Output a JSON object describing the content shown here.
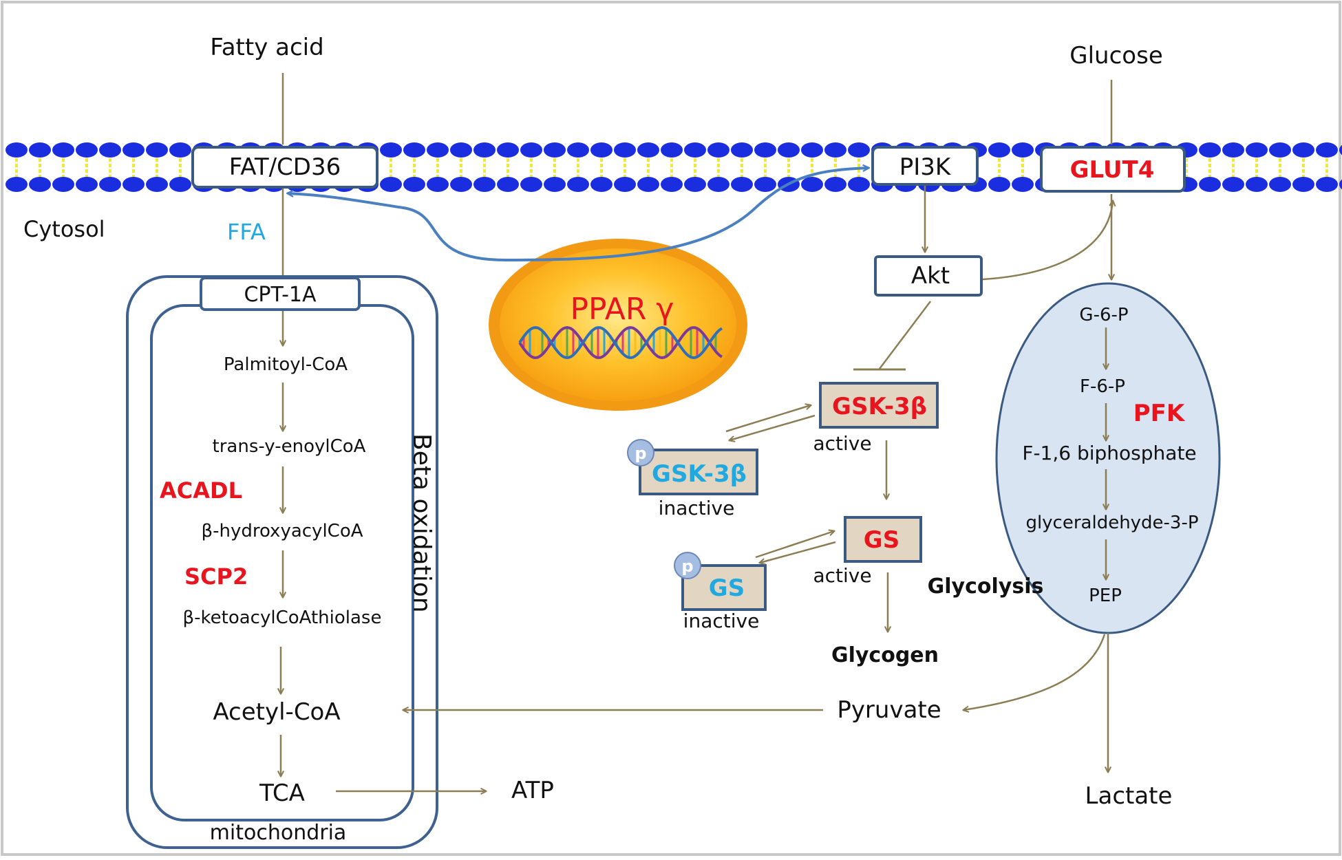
{
  "colors": {
    "arrow": "#8b7d54",
    "membrane_head": "#1a2ee0",
    "membrane_tail": "#f2ea32",
    "box_border": "#3a5a82",
    "mito_border": "#3f6190",
    "ellipse_fill": "#d9e4f2",
    "red_label": "#e8141e",
    "blue_label": "#20a8e0",
    "ppar_orange": "#f39a14",
    "ppar_arrow": "#4a7fc0",
    "phospho_box": "#e2d6c2"
  },
  "labels": {
    "fatty_acid": "Fatty acid",
    "glucose": "Glucose",
    "fat_cd36": "FAT/CD36",
    "pi3k": "PI3K",
    "glut4": "GLUT4",
    "cytosol": "Cytosol",
    "ffa": "FFA",
    "cpt1a": "CPT-1A",
    "palmitoyl": "Palmitoyl-CoA",
    "trans_enoyl": "trans-y-enoylCoA",
    "acadl": "ACADL",
    "hydroxyacyl": "β-hydroxyacylCoA",
    "scp2": "SCP2",
    "ketoacyl": "β-ketoacylCoAthiolase",
    "acetyl_coa": "Acetyl-CoA",
    "tca": "TCA",
    "atp": "ATP",
    "mitochondria": "mitochondria",
    "beta_oxidation": "Beta oxidation",
    "ppar": "PPAR γ",
    "akt": "Akt",
    "gsk_active": "GSK-3β",
    "gsk_inactive": "GSK-3β",
    "active_1": "active",
    "inactive_1": "inactive",
    "gs_active": "GS",
    "gs_inactive": "GS",
    "active_2": "active",
    "inactive_2": "inactive",
    "p_1": "p",
    "p_2": "p",
    "glycogen": "Glycogen",
    "glycolysis": "Glycolysis",
    "g6p": "G-6-P",
    "f6p": "F-6-P",
    "pfk": "PFK",
    "f16bp": "F-1,6 biphosphate",
    "glyceraldehyde": "glyceraldehyde-3-P",
    "pep": "PEP",
    "pyruvate": "Pyruvate",
    "lactate": "Lactate"
  }
}
